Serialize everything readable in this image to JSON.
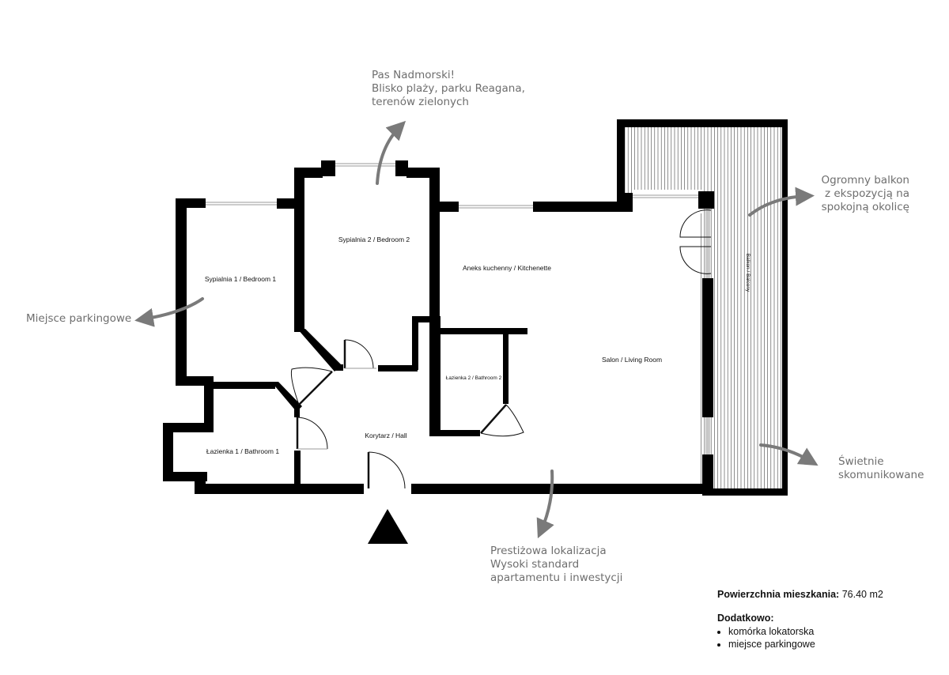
{
  "rooms": {
    "bedroom1": "Sypialnia 1 / Bedroom 1",
    "bedroom2": "Sypialnia 2 / Bedroom 2",
    "kitchenette": "Aneks kuchenny / Kitchenette",
    "living_room": "Salon / Living Room",
    "bathroom2": "Łazienka 2 / Bathroom 2",
    "bathroom1": "Łazienka 1 / Bathroom 1",
    "hall": "Korytarz / Hall",
    "balcony": "Balkon / Balcony"
  },
  "notes": {
    "top": [
      "Pas Nadmorski!",
      "Blisko plaży, parku Reagana,",
      "terenów zielonych"
    ],
    "balcony": [
      "Ogromny balkon",
      "z ekspozycją na",
      "spokojną okolicę"
    ],
    "parking": [
      "Miejsce parkingowe"
    ],
    "connected": [
      "Świetnie",
      "skomunikowane"
    ],
    "location": [
      "Prestiżowa lokalizacja",
      "Wysoki standard",
      "apartamentu i inwestycji"
    ]
  },
  "summary": {
    "area_label": "Powierzchnia mieszkania:",
    "area_value": "76.40 m2",
    "extras_label": "Dodatkowo:",
    "extras": [
      "komórka lokatorska",
      "miejsce parkingowe"
    ]
  },
  "colors": {
    "wall": "#000000",
    "annotation": "#7a7a7a",
    "window": "#9a9a9a"
  }
}
